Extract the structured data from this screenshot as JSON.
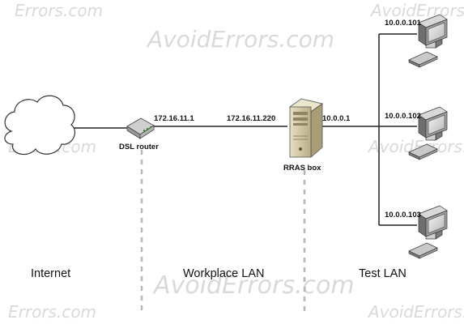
{
  "watermark": {
    "text_large": "AvoidErrors.com",
    "text_small": "Errors.com"
  },
  "nodes": {
    "internet_cloud": {
      "icon": "cloud-icon"
    },
    "dsl_router": {
      "label": "DSL router",
      "icon": "router-icon"
    },
    "rras_box": {
      "label": "RRAS box",
      "icon": "server-icon"
    },
    "pc1": {
      "ip": "10.0.0.101",
      "icon": "desktop-computer-icon"
    },
    "pc2": {
      "ip": "10.0.0.102",
      "icon": "desktop-computer-icon"
    },
    "pc3": {
      "ip": "10.0.0.103",
      "icon": "desktop-computer-icon"
    }
  },
  "links": {
    "router_ip": "172.16.11.1",
    "rras_external_ip": "172.16.11.220",
    "rras_internal_ip": "10.0.0.1"
  },
  "zones": {
    "internet": "Internet",
    "workplace": "Workplace LAN",
    "test": "Test LAN"
  },
  "colors": {
    "line": "#222222",
    "divider": "#b8b8b8",
    "server_body": "#d4c9a6"
  }
}
